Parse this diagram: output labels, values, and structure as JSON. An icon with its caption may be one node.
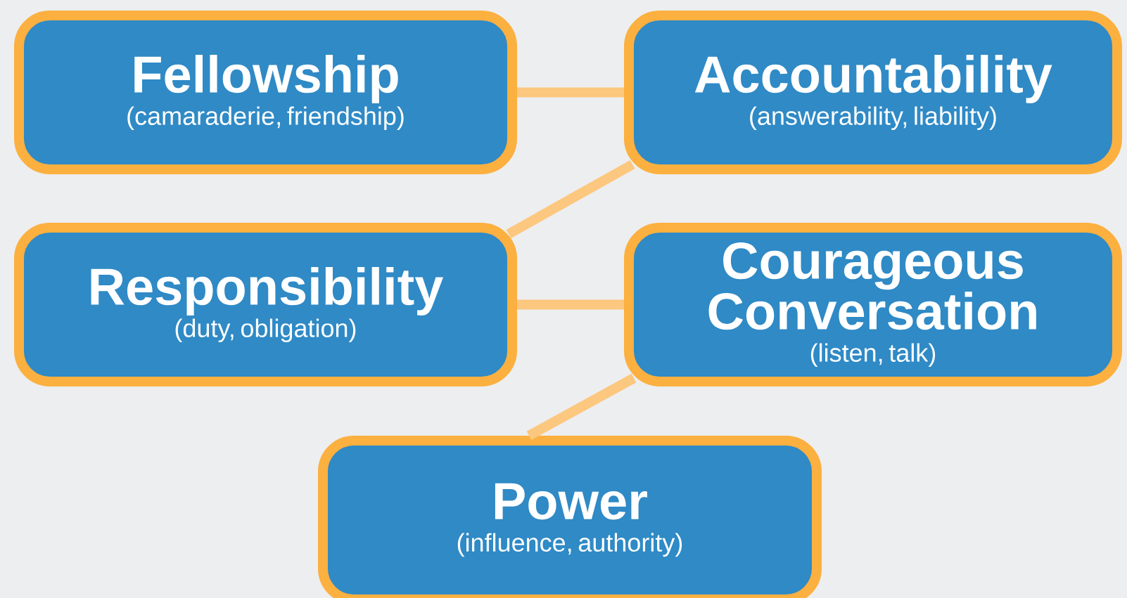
{
  "diagram": {
    "nodes": [
      {
        "text": [
          "Fellowship",
          "(camaraderie, friendship)"
        ]
      },
      {
        "text": [
          "Accountability",
          "(answerability, liability)"
        ]
      },
      {
        "text": [
          "Responsibility",
          "(duty, obligation)"
        ]
      },
      {
        "text": [
          "Courageous Conversation",
          "(listen, talk)"
        ]
      },
      {
        "text": [
          "Power",
          "(influence, authority)"
        ]
      }
    ],
    "edges": [
      {
        "from": 0,
        "to": 1,
        "arrow": "none"
      },
      {
        "from": 1,
        "to": 2,
        "arrow": "none"
      },
      {
        "from": 2,
        "to": 3,
        "arrow": "none"
      },
      {
        "from": 3,
        "to": 4,
        "arrow": "none"
      }
    ]
  }
}
